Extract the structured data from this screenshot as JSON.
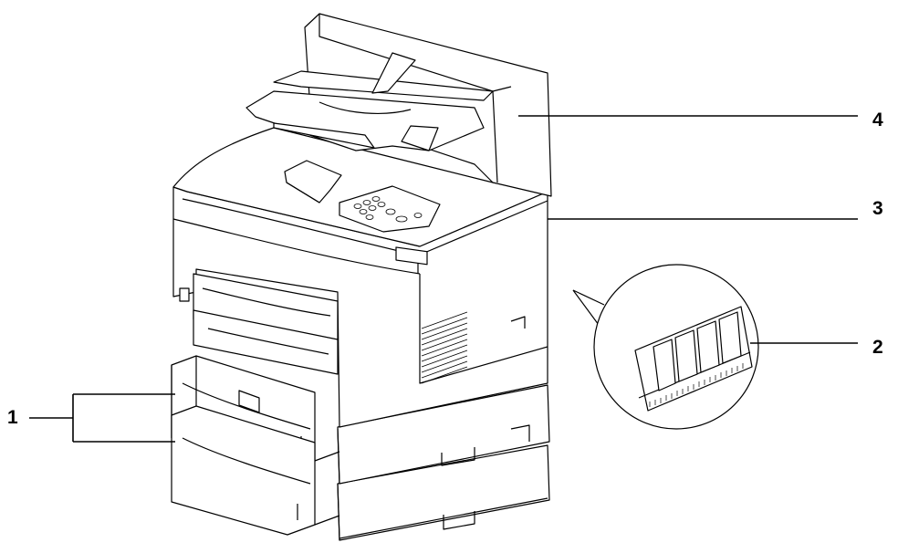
{
  "callouts": [
    {
      "id": "1",
      "label": "1",
      "part": "optional-paper-feeder"
    },
    {
      "id": "2",
      "label": "2",
      "part": "memory-module"
    },
    {
      "id": "3",
      "label": "3",
      "part": "printer-body"
    },
    {
      "id": "4",
      "label": "4",
      "part": "output-stacker"
    }
  ],
  "colors": {
    "line": "#000000",
    "fill": "#ffffff",
    "shade": "#e8e8e8"
  }
}
